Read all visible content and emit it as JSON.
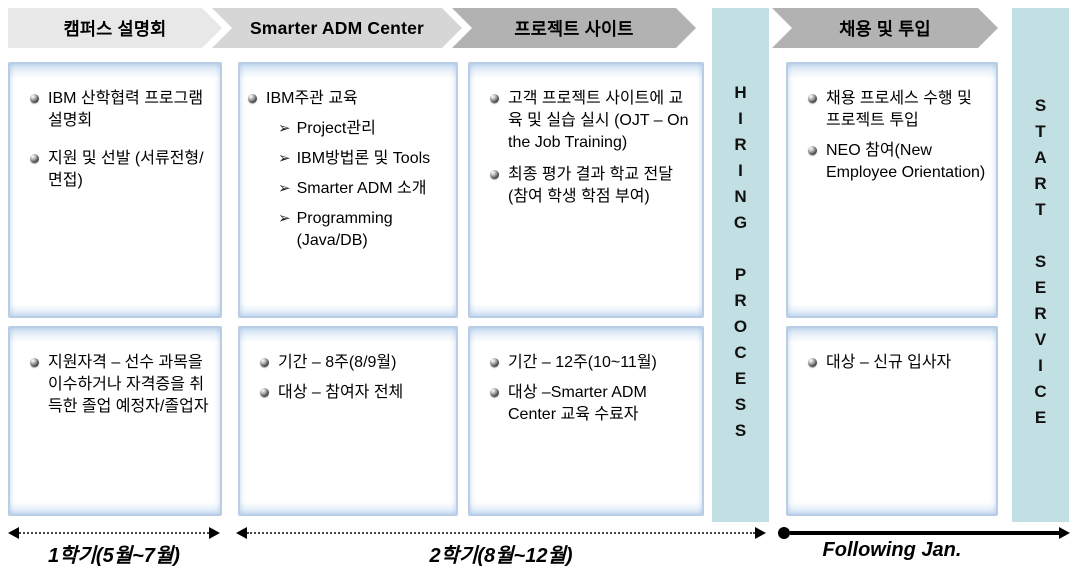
{
  "stages": [
    {
      "header": "캠퍼스 설명회",
      "top_items": [
        {
          "text": "IBM 산학협력 프로그램 설명회"
        },
        {
          "text": "지원 및 선발 (서류전형/면접)"
        }
      ],
      "bottom_items": [
        {
          "text": "지원자격 – 선수 과목을 이수하거나 자격증을 취득한 졸업 예정자/졸업자"
        }
      ]
    },
    {
      "header": "Smarter ADM Center",
      "top_items": [
        {
          "text": "IBM주관 교육"
        },
        {
          "sub": true,
          "text": "Project관리"
        },
        {
          "sub": true,
          "text": "IBM방법론 및 Tools"
        },
        {
          "sub": true,
          "text": "Smarter ADM 소개"
        },
        {
          "sub": true,
          "text": "Programming (Java/DB)"
        }
      ],
      "bottom_items": [
        {
          "text": "기간 – 8주(8/9월)"
        },
        {
          "text": "대상 – 참여자 전체"
        }
      ]
    },
    {
      "header": "프로젝트 사이트",
      "top_items": [
        {
          "text": "고객 프로젝트 사이트에 교육 및 실습 실시 (OJT – On the Job Training)"
        },
        {
          "text": "최종 평가 결과 학교 전달 (참여 학생 학점 부여)"
        }
      ],
      "bottom_items": [
        {
          "text": "기간 – 12주(10~11월)"
        },
        {
          "text": "대상 –Smarter ADM Center 교육 수료자"
        }
      ]
    },
    {
      "header": "채용 및 투입",
      "top_items": [
        {
          "text": "채용 프로세스 수행 및 프로젝트 투입"
        },
        {
          "text": "NEO 참여(New Employee Orientation)"
        }
      ],
      "bottom_items": [
        {
          "text": "대상 – 신규 입사자"
        }
      ]
    }
  ],
  "bars": {
    "hiring": {
      "word1": "HIRING",
      "word2": "PROCESS"
    },
    "start": {
      "word1": "START",
      "word2": "SERVICE"
    }
  },
  "timeline": [
    {
      "label": "1학기(5월~7월)",
      "style": "dotted-double-arrow"
    },
    {
      "label": "2학기(8월~12월)",
      "style": "dotted-double-arrow"
    },
    {
      "label": "Following Jan.",
      "style": "solid-arrow-with-dot"
    }
  ],
  "icons": {
    "ball_bullet": "●",
    "sub_bullet": "➢"
  },
  "colors": {
    "header_light": "#e8e8e8",
    "header_mid": "#d6d6d6",
    "header_dark": "#b2b2b2",
    "teal_bar": "#c2e0e3",
    "box_border_blue": "#b9cde7",
    "arrow_black": "#000000"
  }
}
